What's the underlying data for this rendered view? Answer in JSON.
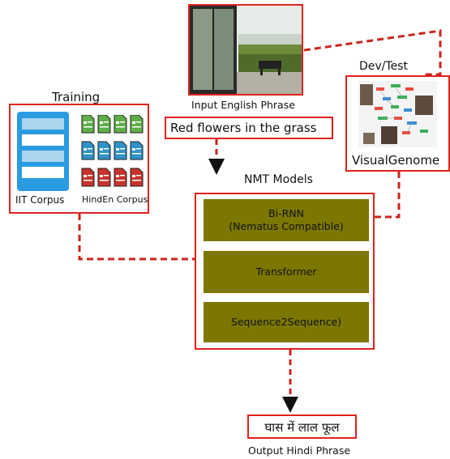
{
  "input": {
    "caption": "Input English Phrase",
    "phrase": "Red flowers in the grass"
  },
  "training": {
    "title": "Training",
    "iit_label": "IIT Corpus",
    "hinden_label": "HindEn Corpus"
  },
  "devtest": {
    "title": "Dev/Test",
    "label": "VisualGenome"
  },
  "nmt": {
    "title": "NMT Models",
    "models": [
      {
        "line1": "Bi-RNN",
        "line2": "(Nematus Compatible)"
      },
      {
        "line1": "Transformer"
      },
      {
        "line1": "Sequence2Sequence)"
      }
    ]
  },
  "output": {
    "phrase": "घास में लाल फूल",
    "caption": "Output Hindi Phrase"
  },
  "colors": {
    "red": "#e0231c",
    "olive": "#7c7700",
    "doc_green": "#5fae48",
    "doc_blue": "#2e93c9",
    "doc_red": "#c7332c",
    "db_blue": "#2a9be0"
  }
}
